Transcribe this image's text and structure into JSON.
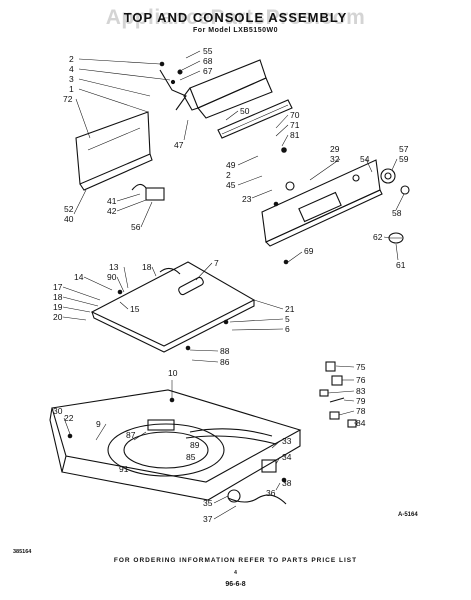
{
  "header": {
    "watermark": "AppliancePartsPros.com",
    "title": "TOP AND CONSOLE ASSEMBLY",
    "subtitle": "For Model LXB5150W0"
  },
  "callouts": [
    "55",
    "68",
    "67",
    "2",
    "4",
    "3",
    "1",
    "72",
    "50",
    "47",
    "70",
    "71",
    "81",
    "49",
    "2",
    "45",
    "29",
    "32",
    "54",
    "57",
    "59",
    "58",
    "23",
    "41",
    "42",
    "56",
    "52",
    "40",
    "62",
    "69",
    "61",
    "13",
    "18",
    "7",
    "90",
    "14",
    "17",
    "18",
    "19",
    "20",
    "15",
    "21",
    "5",
    "6",
    "88",
    "86",
    "10",
    "30",
    "22",
    "9",
    "87",
    "89",
    "85",
    "91",
    "33",
    "34",
    "38",
    "35",
    "36",
    "37",
    "75",
    "76",
    "83",
    "79",
    "78",
    "84"
  ],
  "footer": {
    "note": "FOR ORDERING INFORMATION REFER TO PARTS PRICE LIST",
    "doc_code": "385164",
    "fig_code": "A-5164",
    "date_code": "96-6-8",
    "page_mark": "4"
  }
}
